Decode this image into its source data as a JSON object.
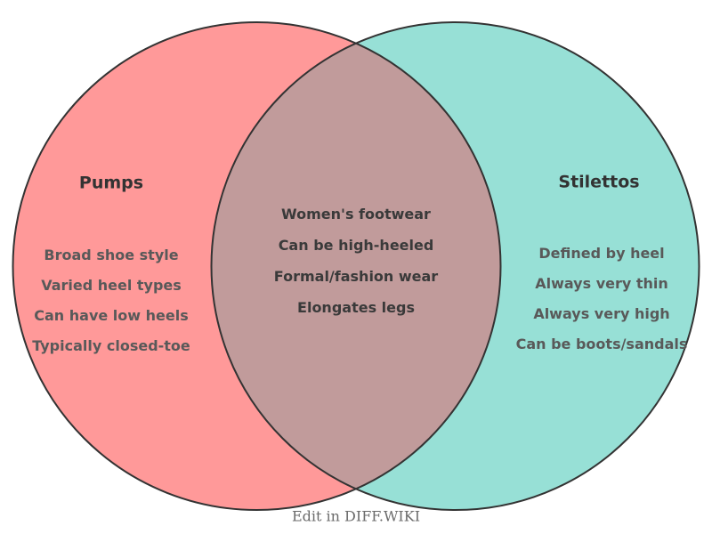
{
  "diagram": {
    "left": {
      "title": "Pumps",
      "items": [
        "Broad shoe style",
        "Varied heel types",
        "Can have low heels",
        "Typically closed-toe"
      ]
    },
    "center": {
      "items": [
        "Women's footwear",
        "Can be high-heeled",
        "Formal/fashion wear",
        "Elongates legs"
      ]
    },
    "right": {
      "title": "Stilettos",
      "items": [
        "Defined by heel",
        "Always very thin",
        "Always very high",
        "Can be boots/sandals"
      ]
    },
    "footer": "Edit in DIFF.WIKI",
    "colors": {
      "left_fill": "#ff9999",
      "right_fill": "#97e0d6",
      "overlap_fill": "#c19b9b",
      "stroke": "#333333",
      "title_text": "#333333",
      "side_item_text": "#595959",
      "center_item_text": "#3a3a3a",
      "footer_text": "#6b6b6b"
    }
  }
}
